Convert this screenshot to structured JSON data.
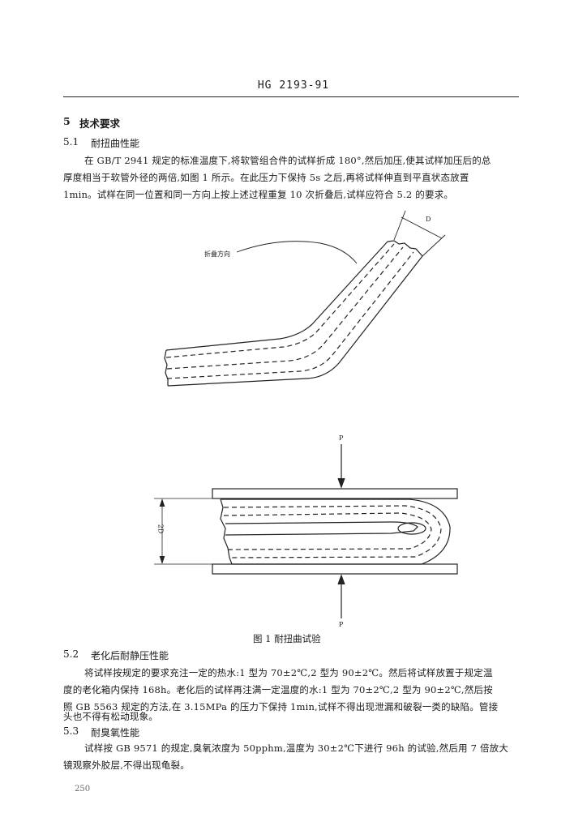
{
  "header": {
    "standard_code": "HG 2193-91"
  },
  "section5": {
    "number": "5",
    "title": "技术要求"
  },
  "s51": {
    "number": "5.1",
    "title": "耐扭曲性能",
    "lines": [
      "在 GB/T 2941 规定的标准温度下,将软管组合件的试样折成 180°,然后加压,使其试样加压后的总",
      "厚度相当于软管外径的两倍,如图 1 所示。在此压力下保持 5s 之后,再将试样伸直到平直状态放置",
      "1min。试样在同一位置和同一方向上按上述过程重复 10 次折叠后,试样应符合 5.2 的要求。"
    ]
  },
  "figure": {
    "fold_direction_label": "折叠方向",
    "dim_D": "D",
    "load_label_top": "P",
    "load_label_bottom": "P",
    "dim_height": "2D",
    "caption": "图 1   耐扭曲试验"
  },
  "s52": {
    "number": "5.2",
    "title": "老化后耐静压性能",
    "lines": [
      "将试样按规定的要求充注一定的热水:1 型为 70±2℃,2 型为 90±2℃。然后将试样放置于规定温",
      "度的老化箱内保持 168h。老化后的试样再注满一定温度的水:1 型为 70±2℃,2 型为 90±2℃,然后按",
      "照 GB 5563 规定的方法,在 3.15MPa 的压力下保持 1min,试样不得出现泄漏和破裂一类的缺陷。管接",
      "头也不得有松动现象。"
    ]
  },
  "s53": {
    "number": "5.3",
    "title": "耐臭氧性能",
    "lines": [
      "试样按 GB 9571 的规定,臭氧浓度为 50pphm,温度为 30±2℃下进行 96h 的试验,然后用 7 倍放大",
      "镜观察外胶层,不得出现龟裂。"
    ]
  },
  "page_number": "250"
}
